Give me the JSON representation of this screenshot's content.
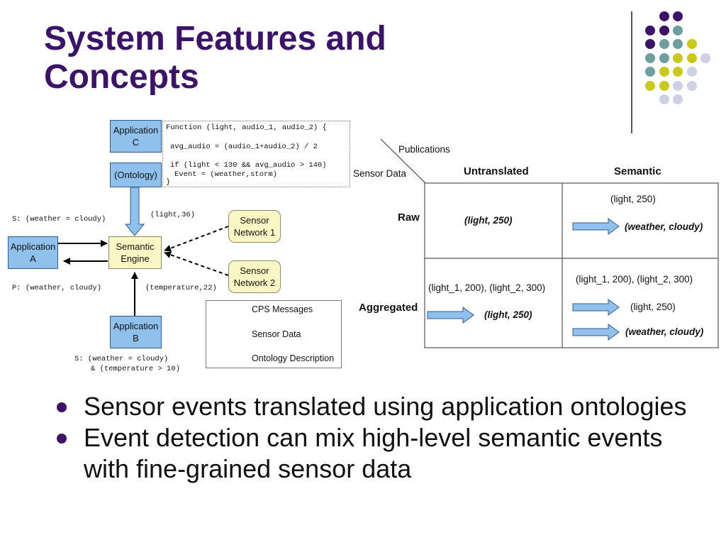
{
  "slide": {
    "title_line1": "System Features and",
    "title_line2": "Concepts"
  },
  "colors": {
    "title": "#3b1468",
    "dot_purple": "#3b1468",
    "dot_teal": "#6e9e9e",
    "dot_yellow": "#c8c81e",
    "dot_lavender": "#d0d0e4",
    "node_blue": "#8fc1ec",
    "node_yellow": "#fbf7c4",
    "arrow_blue": "#8fc1ec"
  },
  "diagram": {
    "app_c": [
      "Application",
      "C"
    ],
    "ontology": "(Ontology)",
    "code_lines": [
      "Function (light, audio_1, audio_2) {",
      "avg_audio = (audio_1+audio_2) / 2",
      "if (light < 130 && avg_audio > 140)",
      "Event = (weather,storm)",
      "}"
    ],
    "app_a": [
      "Application",
      "A"
    ],
    "semantic_engine": [
      "Semantic",
      "Engine"
    ],
    "sensor_net_1": [
      "Sensor",
      "Network 1"
    ],
    "sensor_net_2": [
      "Sensor",
      "Network 2"
    ],
    "app_b": [
      "Application",
      "B"
    ],
    "s_weather": "S: (weather = cloudy)",
    "p_weather": "P: (weather, cloudy)",
    "light_36": "(light,36)",
    "temperature_22": "(temperature,22)",
    "sub_b_line1": "S: (weather = cloudy)",
    "sub_b_line2": "& (temperature > 10)",
    "legend": {
      "cps": "CPS Messages",
      "sensor_data": "Sensor Data",
      "ontology_desc": "Ontology Description"
    }
  },
  "table": {
    "corner_top": "Publications",
    "corner_bottom": "Sensor Data",
    "col_untranslated": "Untranslated",
    "col_semantic": "Semantic",
    "row_raw": "Raw",
    "row_aggregated": "Aggregated",
    "raw_untranslated": "(light, 250)",
    "raw_semantic_input": "(light, 250)",
    "raw_semantic_output": "(weather, cloudy)",
    "agg_untranslated_input": "(light_1, 200), (light_2, 300)",
    "agg_untranslated_output": "(light, 250)",
    "agg_semantic_input": "(light_1, 200), (light_2, 300)",
    "agg_semantic_mid": "(light, 250)",
    "agg_semantic_output": "(weather, cloudy)"
  },
  "bullets": [
    "Sensor events translated using application ontologies",
    "Event detection can mix high-level semantic events with fine-grained sensor data"
  ]
}
